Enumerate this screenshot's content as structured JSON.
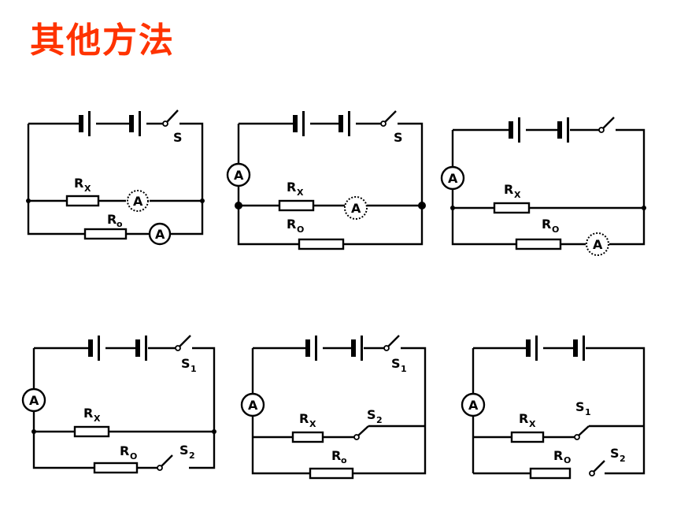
{
  "title": "其他方法",
  "labels": {
    "switch": "S",
    "ammeter": "A",
    "r": "R",
    "x": "X",
    "o": "O",
    "o_small": "o",
    "one": "1",
    "two": "2"
  }
}
